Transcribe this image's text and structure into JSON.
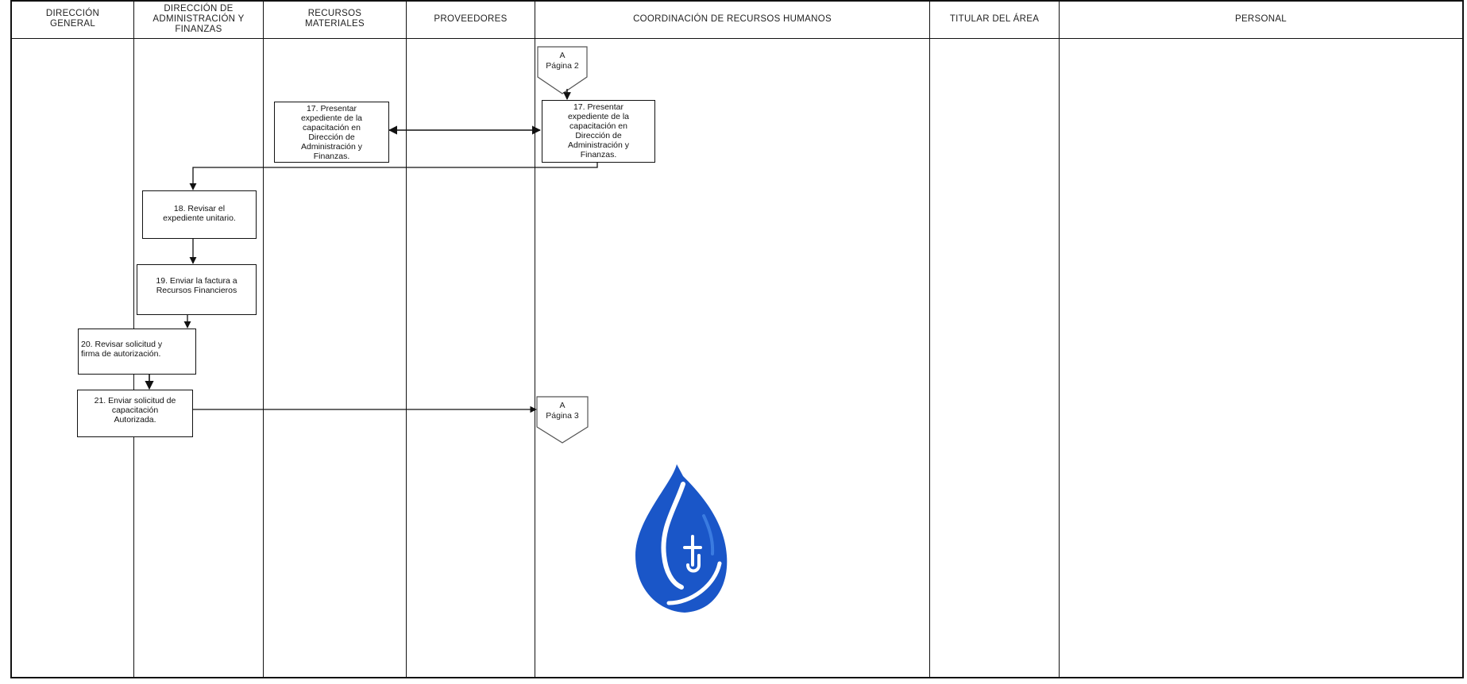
{
  "lanes": [
    {
      "id": "direccion-general",
      "label": "DIRECCIÓN\nGENERAL"
    },
    {
      "id": "admin-finanzas",
      "label": "DIRECCIÓN DE\nADMINISTRACIÓN Y\nFINANZAS"
    },
    {
      "id": "recursos-materiales",
      "label": "RECURSOS\nMATERIALES"
    },
    {
      "id": "proveedores",
      "label": "PROVEEDORES"
    },
    {
      "id": "coordinacion-rh",
      "label": "COORDINACIÓN DE RECURSOS HUMANOS"
    },
    {
      "id": "titular-area",
      "label": "TITULAR DEL ÁREA"
    },
    {
      "id": "personal",
      "label": "PERSONAL"
    }
  ],
  "offpage_connectors": [
    {
      "id": "from-page-2",
      "label": "A\nPágina 2"
    },
    {
      "id": "to-page-3",
      "label": "A\nPágina 3"
    }
  ],
  "steps": [
    {
      "id": "step-17-rm",
      "text": "17. Presentar\nexpediente de la\ncapacitación en\nDirección de\nAdministración y\nFinanzas."
    },
    {
      "id": "step-17-rh",
      "text": "17. Presentar\nexpediente de la\ncapacitación en\nDirección de\nAdministración y\nFinanzas."
    },
    {
      "id": "step-18",
      "text": "18. Revisar el\nexpediente unitario."
    },
    {
      "id": "step-19",
      "text": "19. Enviar la factura a\nRecursos Financieros"
    },
    {
      "id": "step-20",
      "text": "20. Revisar solicitud y\nfirma de autorización."
    },
    {
      "id": "step-21",
      "text": "21. Enviar solicitud de\ncapacitación\nAutorizada."
    }
  ],
  "logo": {
    "name": "water-drop-logo",
    "primary_color": "#1a56c8",
    "secondary_color": "#3a7be0"
  },
  "colors": {
    "line": "#111111",
    "background": "#ffffff"
  }
}
